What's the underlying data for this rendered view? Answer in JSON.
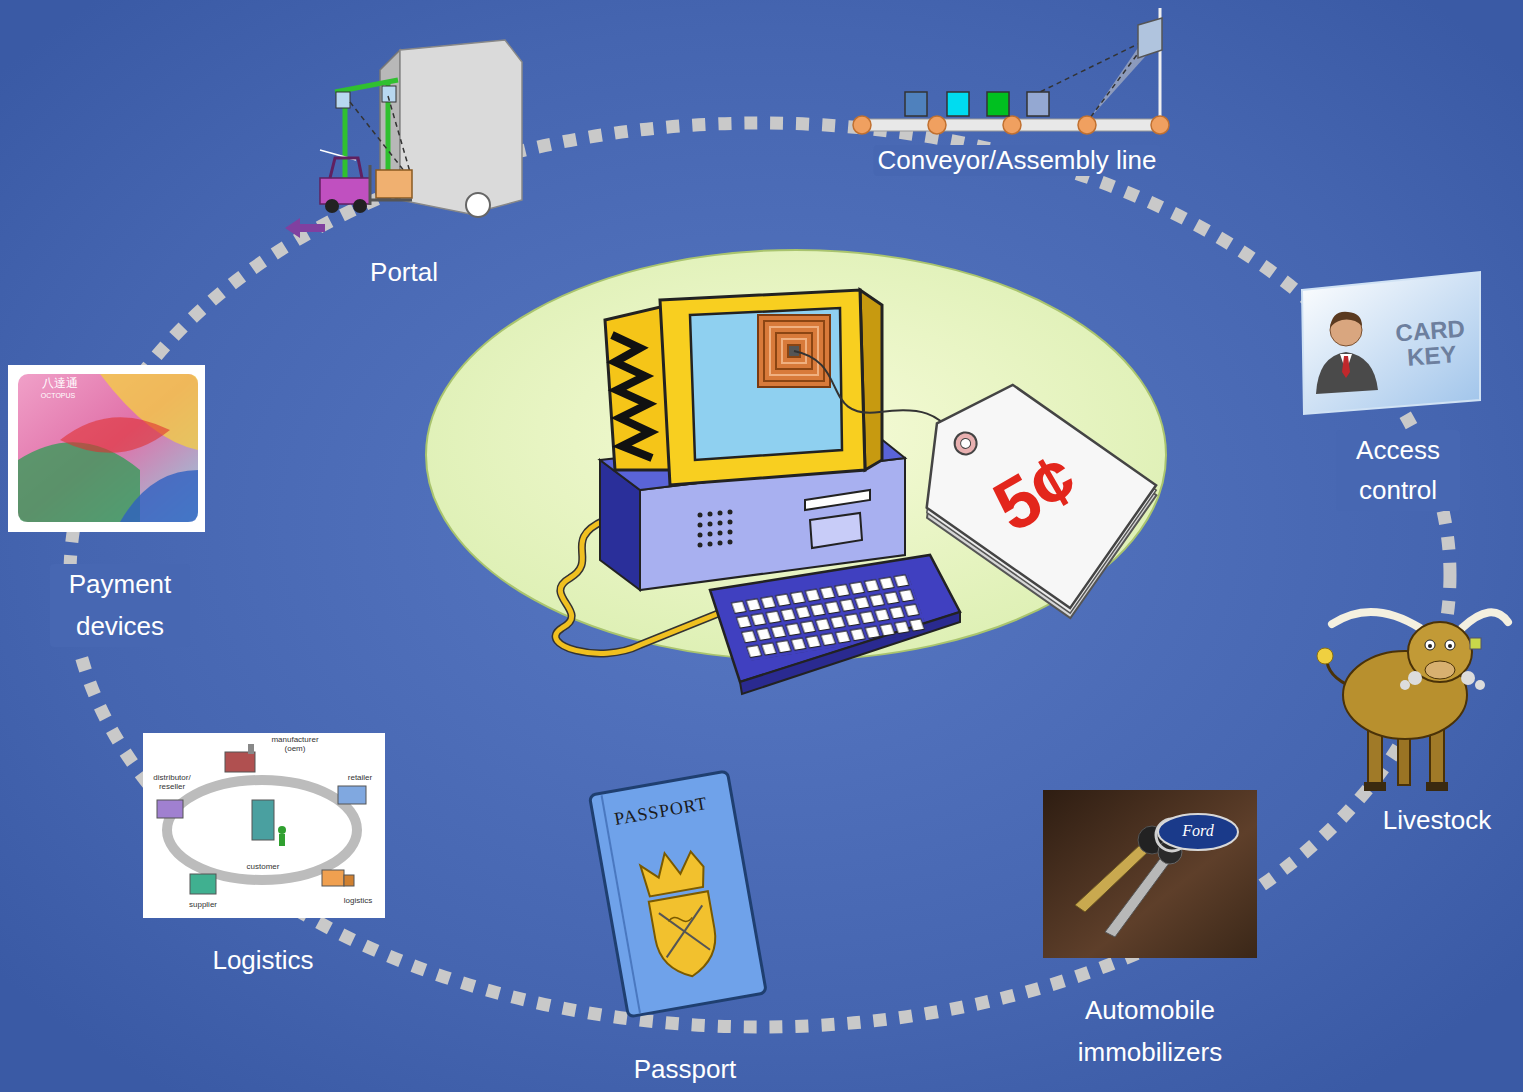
{
  "diagram": {
    "nodes": [
      {
        "text": [
          "5¢"
        ]
      },
      {
        "text": [
          "CARD KEY"
        ]
      },
      {
        "text": [
          "PASSPORT"
        ]
      }
    ],
    "labels": [
      "Portal",
      "Conveyor/Assembly line",
      "Access control",
      "Payment devices",
      "Livestock",
      "Logistics",
      "Passport",
      "Automobile immobilizers",
      "八達通",
      "OCTOPUS",
      "Ford",
      "manufacturer (oem)",
      "retailer",
      "distributor/ reseller",
      "customer",
      "supplier",
      "logistics"
    ]
  }
}
